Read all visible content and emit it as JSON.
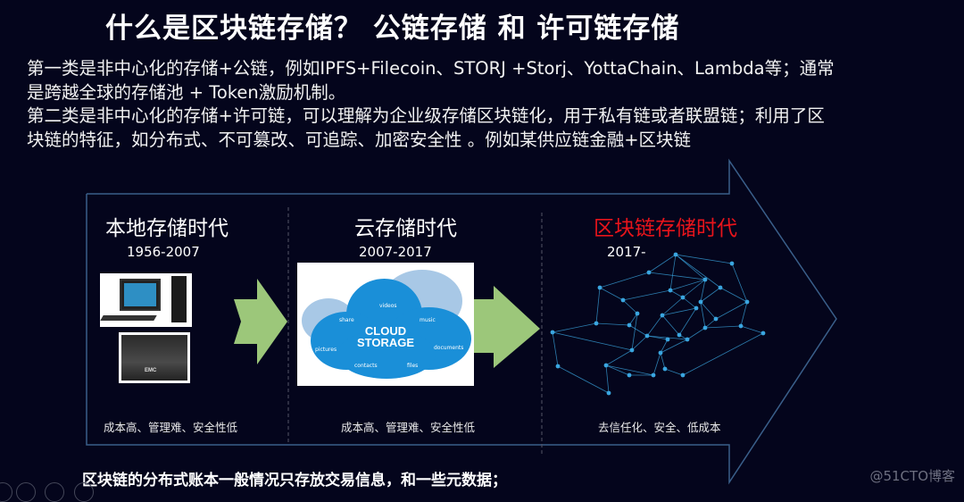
{
  "title": "什么是区块链存储？ 公链存储 和 许可链存储",
  "intro": [
    "第一类是非中心化的存储+公链，例如IPFS+Filecoin、STORJ +Storj、YottaChain、Lambda等；通常",
    "是跨越全球的存储池 + Token激励机制。",
    "第二类是非中心化的存储+许可链，可以理解为企业级存储区块链化，用于私有链或者联盟链；利用了区",
    "块链的特征，如分布式、不可篡改、可追踪、加密安全性 。例如某供应链金融+区块链"
  ],
  "eras": [
    {
      "title": "本地存储时代",
      "years": "1956-2007",
      "note": "成本高、管理难、安全性低"
    },
    {
      "title": "云存储时代",
      "years": "2007-2017",
      "note": "成本高、管理难、安全性低"
    },
    {
      "title": "区块链存储时代",
      "years": "2017-",
      "note": "去信任化、安全、低成本"
    }
  ],
  "cloud": {
    "label_1": "CLOUD",
    "label_2": "STORAGE",
    "tags": [
      "videos",
      "share",
      "music",
      "pictures",
      "documents",
      "contacts",
      "files"
    ]
  },
  "server_brand": "EMC",
  "bottom_text": "区块链的分布式账本一般情况只存放交易信息，和一些元数据；",
  "watermark": "@51CTO博客",
  "colors": {
    "background": "#04051c",
    "frame": "#3a5f8a",
    "arrow_green": "#9cc77a",
    "highlight_red": "#e8141b",
    "network": "#3aa6e0"
  }
}
